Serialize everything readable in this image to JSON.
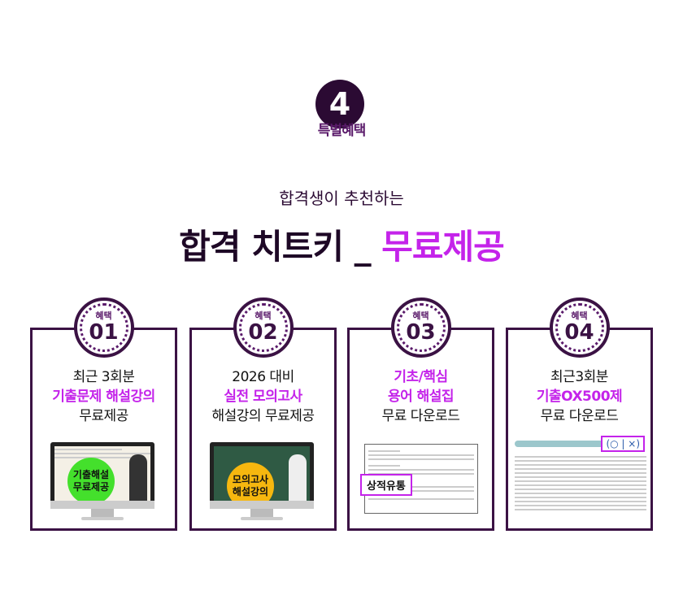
{
  "header": {
    "number": "4",
    "label": "특별혜택",
    "subtitle": "합격생이 추천하는",
    "title_main": "합격 치트키 _ ",
    "title_accent": "무료제공"
  },
  "colors": {
    "dark": "#2b0a33",
    "accent": "#c423ea",
    "green": "#44e02c",
    "yellow": "#f6b70f"
  },
  "cards": [
    {
      "badge_label": "혜택",
      "badge_num": "01",
      "line1": "최근 3회분",
      "line2": "기출문제 해설강의",
      "line3": "무료제공",
      "overlay": [
        "기출해설",
        "무료제공"
      ]
    },
    {
      "badge_label": "혜택",
      "badge_num": "02",
      "line1": "2026 대비",
      "line2": "실전 모의고사",
      "line3": "해설강의 무료제공",
      "overlay": [
        "모의고사",
        "해설강의"
      ]
    },
    {
      "badge_label": "혜택",
      "badge_num": "03",
      "line1": "기초/핵심",
      "line2": "용어 해설집",
      "line3": "무료 다운로드",
      "tag": "상적유통"
    },
    {
      "badge_label": "혜택",
      "badge_num": "04",
      "line1": "최근3회분",
      "line2": "기출OX500제",
      "line3": "무료 다운로드",
      "tag": "(○ | ×)"
    }
  ]
}
